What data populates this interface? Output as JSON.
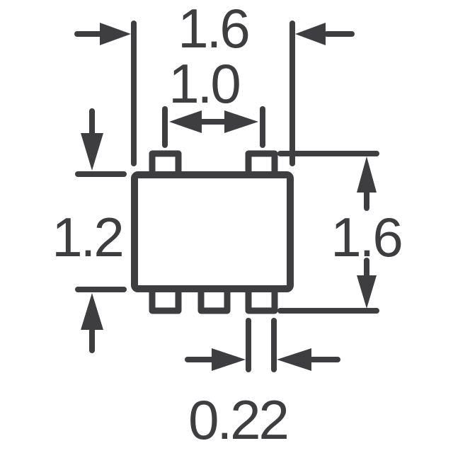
{
  "colors": {
    "ink": "#3E3E40",
    "background": "#FFFFFF"
  },
  "drawing": {
    "description": "Surface-mount package outline drawing with dimension callouts; rectangular body with two leads on top edge and three leads on bottom edge",
    "dimensions": {
      "body_width": {
        "label": "1.6",
        "measures": "horizontal width of package body (top dimension)"
      },
      "lead_pitch": {
        "label": "1.0",
        "measures": "center-to-center spacing of top leads"
      },
      "body_height": {
        "label": "1.2",
        "measures": "vertical height of package body (left dimension)"
      },
      "overall_height": {
        "label": "1.6",
        "measures": "overall height including leads (right dimension)"
      },
      "lead_width": {
        "label": "0.22",
        "measures": "width of a single bottom lead (bottom dimension)"
      }
    }
  }
}
